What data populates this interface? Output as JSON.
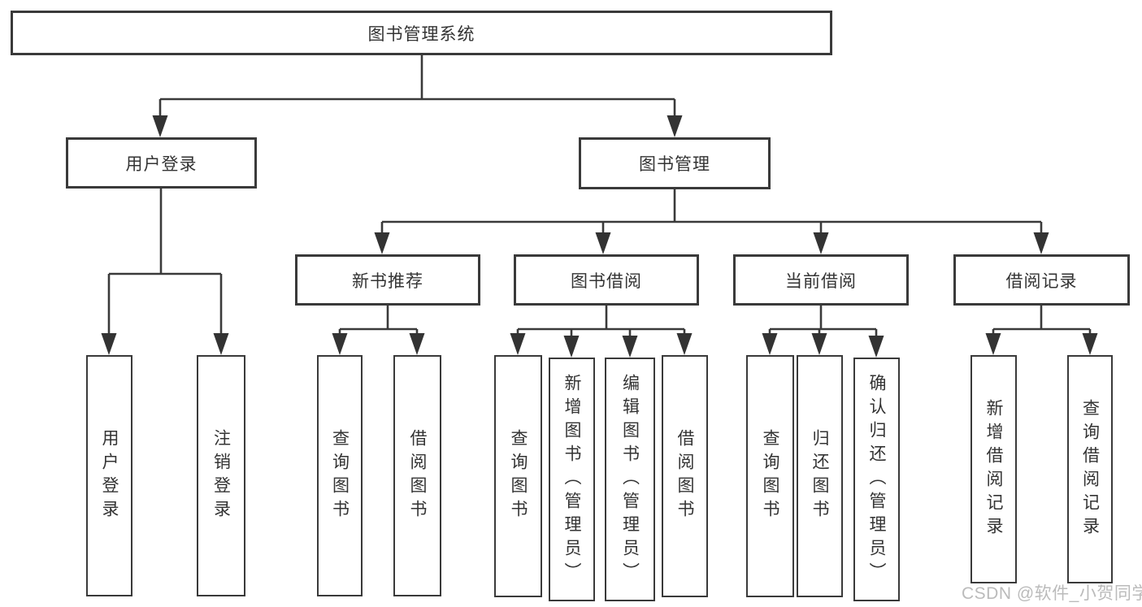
{
  "diagram": {
    "type": "hierarchy-tree",
    "tree": {
      "root": {
        "label": "图书管理系统"
      },
      "branches": [
        {
          "label": "用户登录",
          "children": [
            {
              "label": "用户登录"
            },
            {
              "label": "注销登录"
            }
          ]
        },
        {
          "label": "图书管理",
          "children": [
            {
              "label": "新书推荐",
              "children": [
                {
                  "label": "查询图书"
                },
                {
                  "label": "借阅图书"
                }
              ]
            },
            {
              "label": "图书借阅",
              "children": [
                {
                  "label": "查询图书"
                },
                {
                  "label": "新增图书（管理员）"
                },
                {
                  "label": "编辑图书（管理员）"
                },
                {
                  "label": "借阅图书"
                }
              ]
            },
            {
              "label": "当前借阅",
              "children": [
                {
                  "label": "查询图书"
                },
                {
                  "label": "归还图书"
                },
                {
                  "label": "确认归还（管理员）"
                }
              ]
            },
            {
              "label": "借阅记录",
              "children": [
                {
                  "label": "新增借阅记录"
                },
                {
                  "label": "查询借阅记录"
                }
              ]
            }
          ]
        }
      ]
    },
    "colors": {
      "background": "#ffffff",
      "box_fill": "#ffffff",
      "box_border": "#3a3a3a",
      "line": "#3a3a3a",
      "arrowhead": "#333333",
      "text": "#333333",
      "watermark": "#b7b7b7"
    }
  },
  "watermark": {
    "text": "CSDN @软件_小贺同学"
  }
}
